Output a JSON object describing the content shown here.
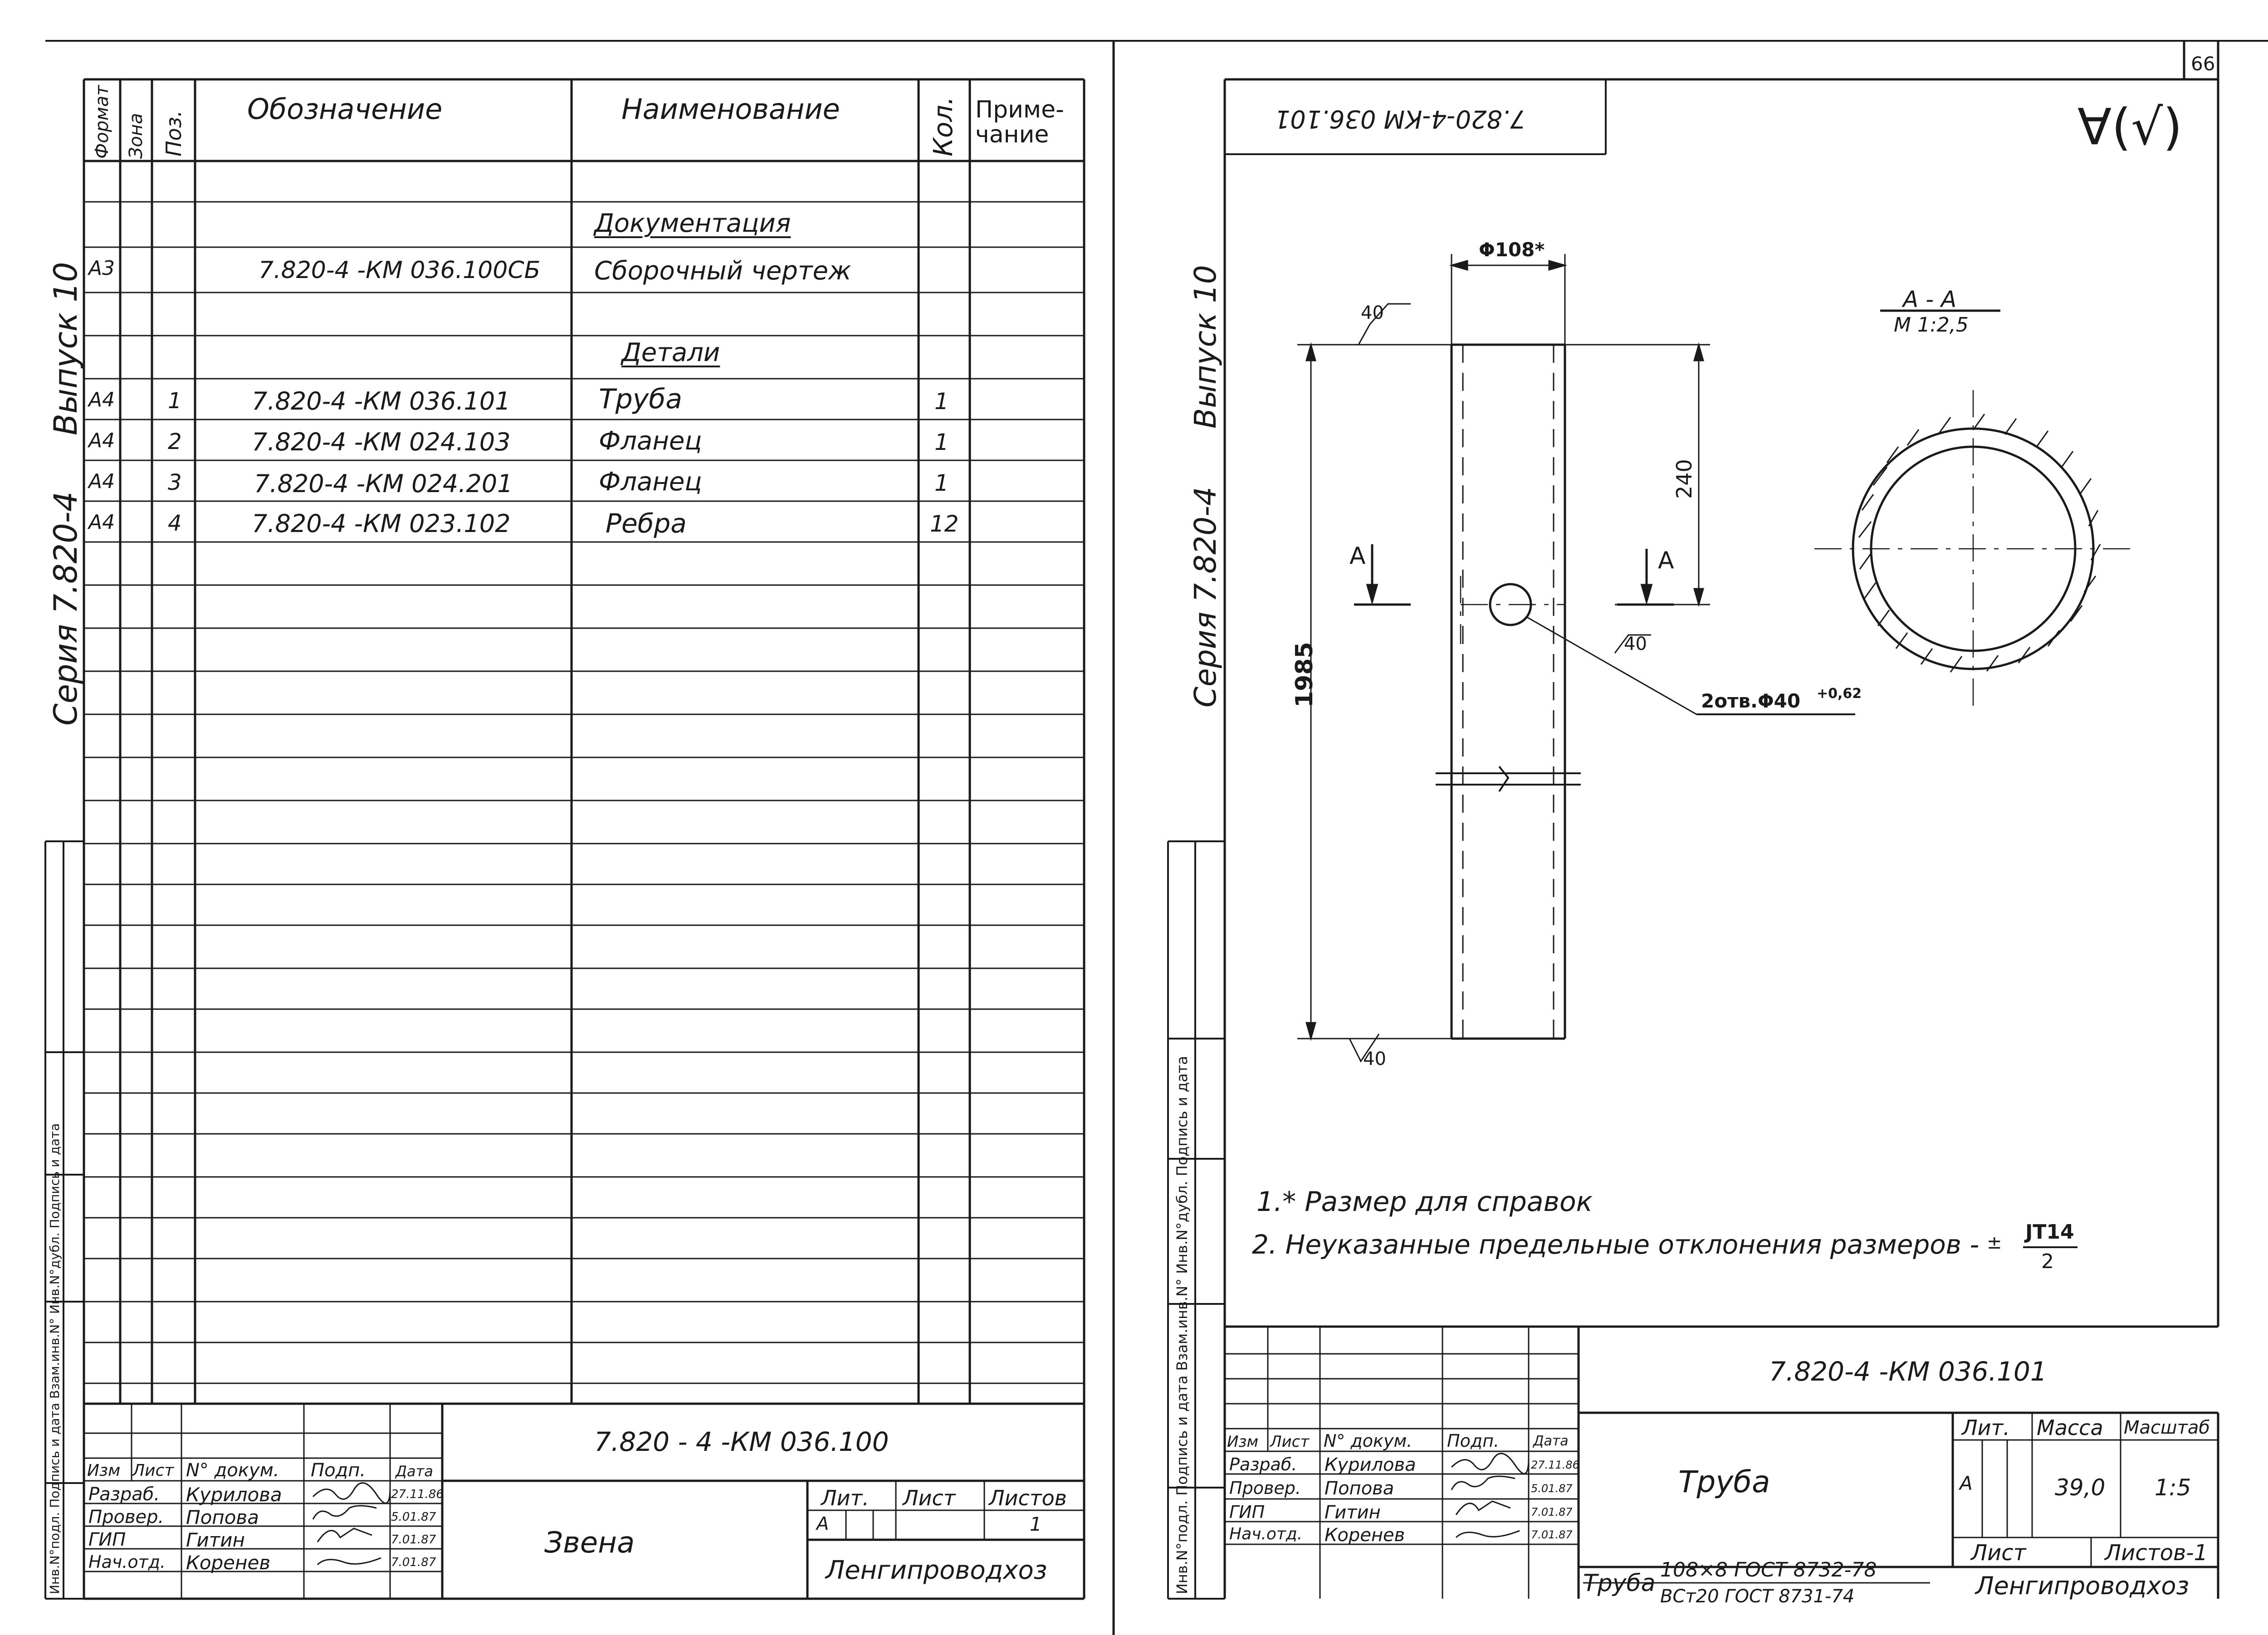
{
  "page_number": "66",
  "left_sheet": {
    "side_title_series": "Серия 7.820-4",
    "side_title_issue": "Выпуск 10",
    "header": {
      "format": "Формат",
      "zone": "Зона",
      "pos": "Поз.",
      "designation": "Обозначение",
      "name": "Наименование",
      "qty": "Кол.",
      "note": "Приме-чание"
    },
    "rows": [
      {
        "format": "",
        "pos": "",
        "designation": "",
        "name": "Документация",
        "qty": "",
        "section": true
      },
      {
        "format": "А3",
        "pos": "",
        "designation": "7.820-4 -КМ 036.100СБ",
        "name": "Сборочный чертеж",
        "qty": ""
      },
      {
        "format": "",
        "pos": "",
        "designation": "",
        "name": "Детали",
        "qty": "",
        "section": true
      },
      {
        "format": "А4",
        "pos": "1",
        "designation": "7.820-4 -КМ 036.101",
        "name": "Труба",
        "qty": "1"
      },
      {
        "format": "А4",
        "pos": "2",
        "designation": "7.820-4 -КМ 024.103",
        "name": "Фланец",
        "qty": "1"
      },
      {
        "format": "А4",
        "pos": "3",
        "designation": "7.820-4 -КМ 024.201",
        "name": "Фланец",
        "qty": "1"
      },
      {
        "format": "А4",
        "pos": "4",
        "designation": "7.820-4 -КМ 023.102",
        "name": "Ребра",
        "qty": "12"
      }
    ],
    "side_stamp": "Инв.N°подл.  Подпись и дата  Взам.инв.N°  Инв.N°дубл.  Подпись и дата",
    "title_block": {
      "code": "7.820 - 4 -КМ 036.100",
      "name": "Звена",
      "org": "Ленгипроводхоз",
      "col_izm": "Изм",
      "col_list": "Лист",
      "col_doc": "N° докум.",
      "col_sign": "Подп.",
      "col_date": "Дата",
      "lit_label": "Лит.",
      "sheet_label": "Лист",
      "sheets_label": "Листов",
      "lit_value": "А",
      "sheets_value": "1",
      "people": [
        {
          "role": "Разраб.",
          "name": "Курилова",
          "date": "27.11.86"
        },
        {
          "role": "Провер.",
          "name": "Попова",
          "date": "5.01.87"
        },
        {
          "role": "ГИП",
          "name": "Гитин",
          "date": "7.01.87"
        },
        {
          "role": "Нач.отд.",
          "name": "Коренев",
          "date": "7.01.87"
        }
      ]
    }
  },
  "right_sheet": {
    "side_title_series": "Серия 7.820-4",
    "side_title_issue": "Выпуск 10",
    "stamp_code_mirrored": "7.820-4-КМ 036.101",
    "roughness": "∀(√)",
    "drawing": {
      "dim_diameter": "Φ108*",
      "dim_top_rough": "40",
      "dim_bottom_rough": "40",
      "dim_length": "1985",
      "dim_hole_offset": "240",
      "section_mark": "А",
      "hole_leader_rough": "40",
      "hole_note": "2отв.Φ40",
      "hole_tolerance": "+0,62",
      "section_title": "А - А",
      "section_scale": "М 1:2,5"
    },
    "notes": [
      "1.* Размер для справок",
      "2. Неуказанные предельные отклонения размеров -"
    ],
    "tolerance_pm": "±",
    "tolerance_num": "JT14",
    "tolerance_den": "2",
    "side_stamp": "Инв.N°подл.  Подпись и дата  Взам.инв.N°  Инв.N°дубл.  Подпись и дата",
    "title_block": {
      "code": "7.820-4 -КМ 036.101",
      "name": "Труба",
      "material_prefix": "Труба",
      "material_top": "108×8 ГОСТ 8732-78",
      "material_bottom": "ВСт20 ГОСТ 8731-74",
      "lit_label": "Лит.",
      "mass_label": "Масса",
      "scale_label": "Масштаб",
      "lit_value": "А",
      "mass_value": "39,0",
      "scale_value": "1:5",
      "sheet_label": "Лист",
      "sheets_label": "Листов-1",
      "org": "Ленгипроводхоз",
      "col_izm": "Изм",
      "col_list": "Лист",
      "col_doc": "N° докум.",
      "col_sign": "Подп.",
      "col_date": "Дата",
      "people": [
        {
          "role": "Разраб.",
          "name": "Курилова",
          "date": "27.11.86"
        },
        {
          "role": "Провер.",
          "name": "Попова",
          "date": "5.01.87"
        },
        {
          "role": "ГИП",
          "name": "Гитин",
          "date": "7.01.87"
        },
        {
          "role": "Нач.отд.",
          "name": "Коренев",
          "date": "7.01.87"
        }
      ]
    }
  }
}
